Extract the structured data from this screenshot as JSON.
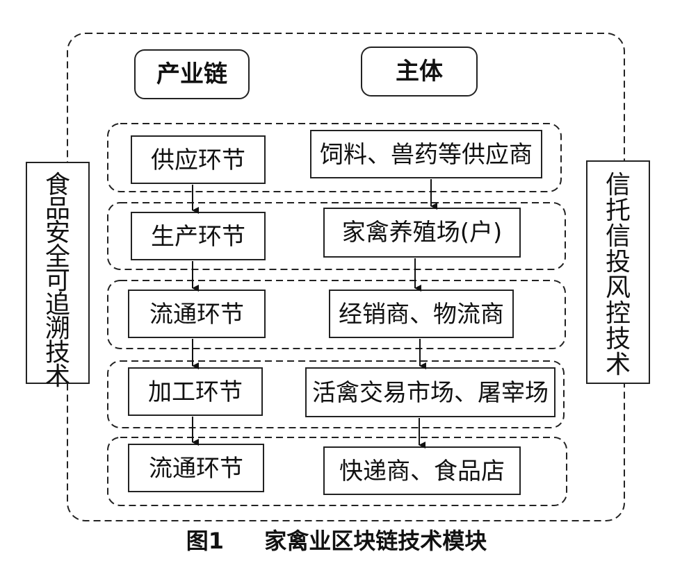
{
  "headers": {
    "industry_chain": "产业链",
    "subject": "主体"
  },
  "side_left": "食品安全可追溯技术",
  "side_right": "信托信投风控技术",
  "rows": [
    {
      "stage": "供应环节",
      "entity": "饲料、兽药等供应商"
    },
    {
      "stage": "生产环节",
      "entity": "家禽养殖场(户)"
    },
    {
      "stage": "流通环节",
      "entity": "经销商、物流商"
    },
    {
      "stage": "加工环节",
      "entity": "活禽交易市场、屠宰场"
    },
    {
      "stage": "流通环节",
      "entity": "快递商、食品店"
    }
  ],
  "caption": {
    "figure_no": "图1",
    "title": "家禽业区块链技术模块"
  }
}
